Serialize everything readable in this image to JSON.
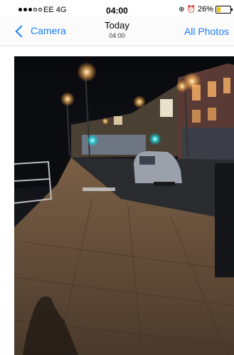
{
  "status_bar": {
    "carrier": "EE 4G",
    "time": "04:00",
    "battery_percent": "26%",
    "battery_level": 0.26,
    "icons": [
      "signal-dots-icon",
      "location-icon",
      "alarm-icon",
      "battery-icon"
    ]
  },
  "nav": {
    "back_label": "Camera",
    "title": "Today",
    "subtitle": "04:00",
    "right_label": "All Photos"
  },
  "colors": {
    "accent": "#1a7cf5",
    "battery_fill": "#f5c300"
  },
  "photo": {
    "description_icon": "photo"
  }
}
